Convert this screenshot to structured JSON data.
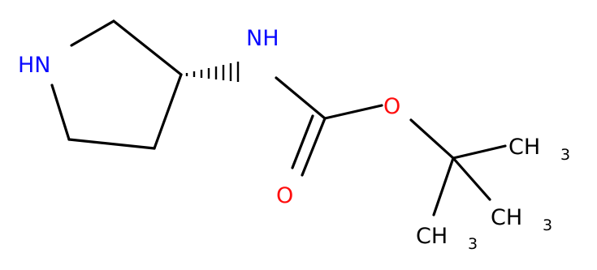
{
  "molecule": {
    "atoms": {
      "ring_nh": "HN",
      "amide_nh": "NH",
      "ester_o": "O",
      "carbonyl_o": "O",
      "methyl_1": {
        "label": "CH",
        "sub": "3"
      },
      "methyl_2": {
        "label": "CH",
        "sub": "3"
      },
      "methyl_3": {
        "label": "CH",
        "sub": "3"
      }
    },
    "colors": {
      "bond": "#000000",
      "nitrogen": "#0a0aff",
      "oxygen": "#ff0d0d",
      "carbon": "#000000",
      "background": "#ffffff"
    }
  }
}
